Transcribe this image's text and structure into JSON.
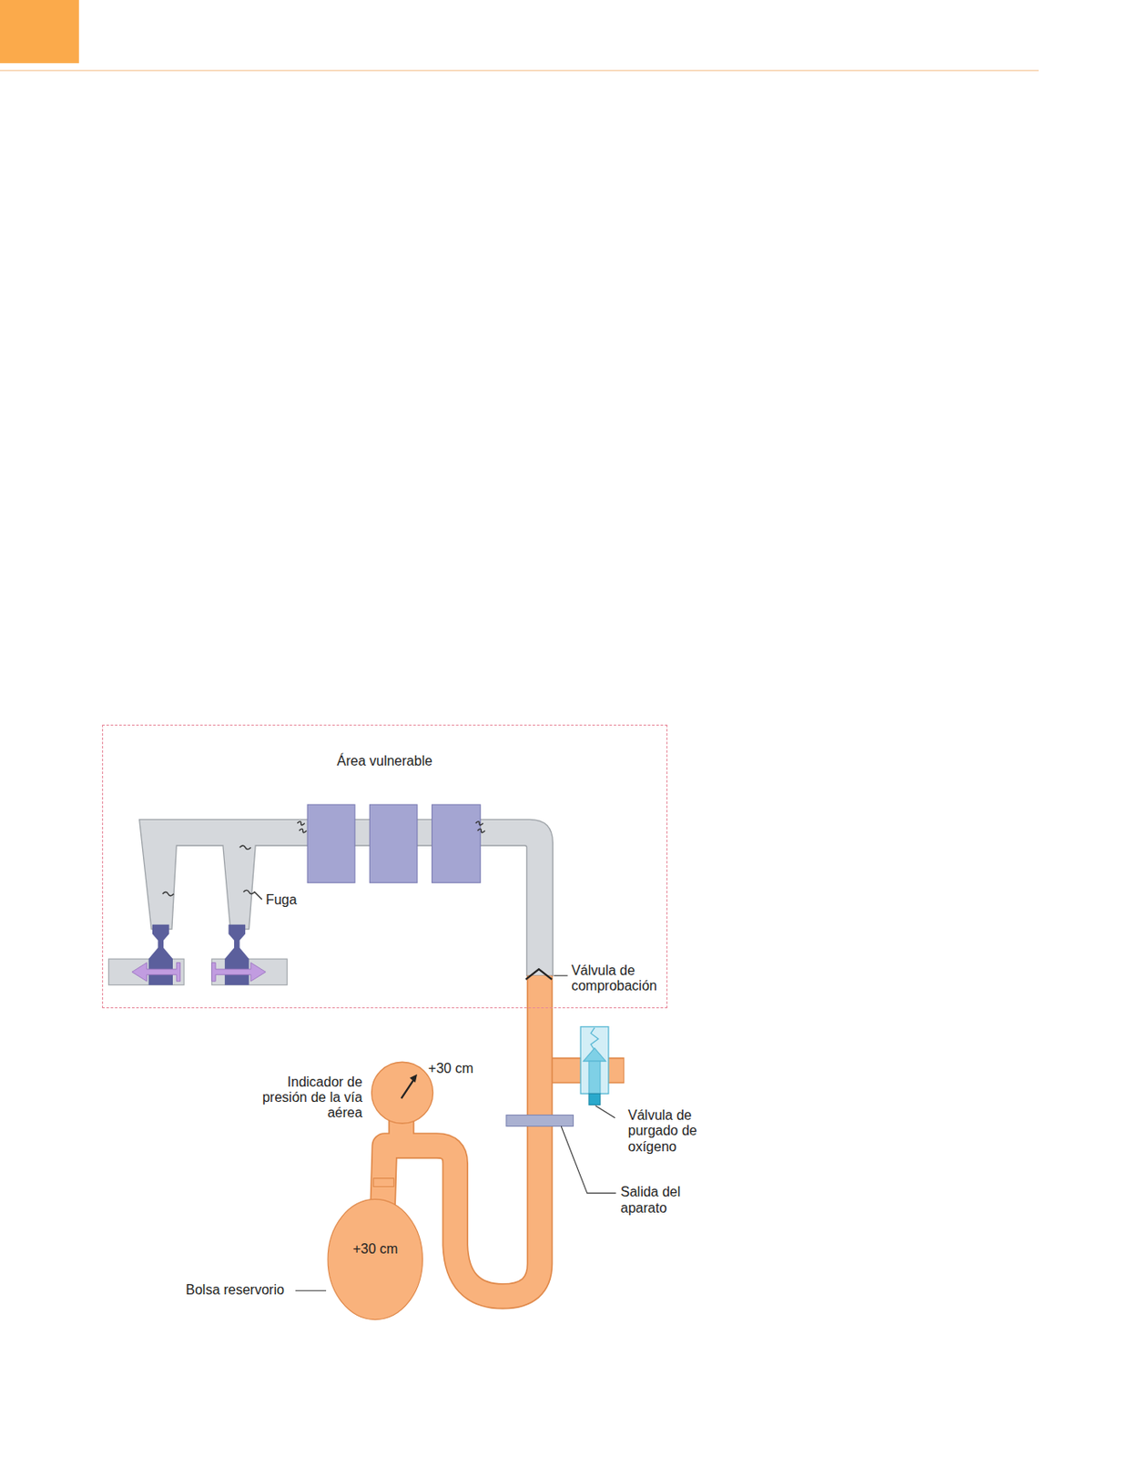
{
  "diagram": {
    "nodes": [
      {
        "text": [
          "Área vulnerable"
        ]
      },
      {
        "text": [
          "+30 cm"
        ]
      }
    ],
    "labels": [
      "Fuga",
      "Válvula de comprobación",
      "+30 cm",
      "Indicador de presión de la vía aérea",
      "Válvula de purgado de oxígeno",
      "Salida del aparato",
      "Bolsa reservorio"
    ]
  }
}
